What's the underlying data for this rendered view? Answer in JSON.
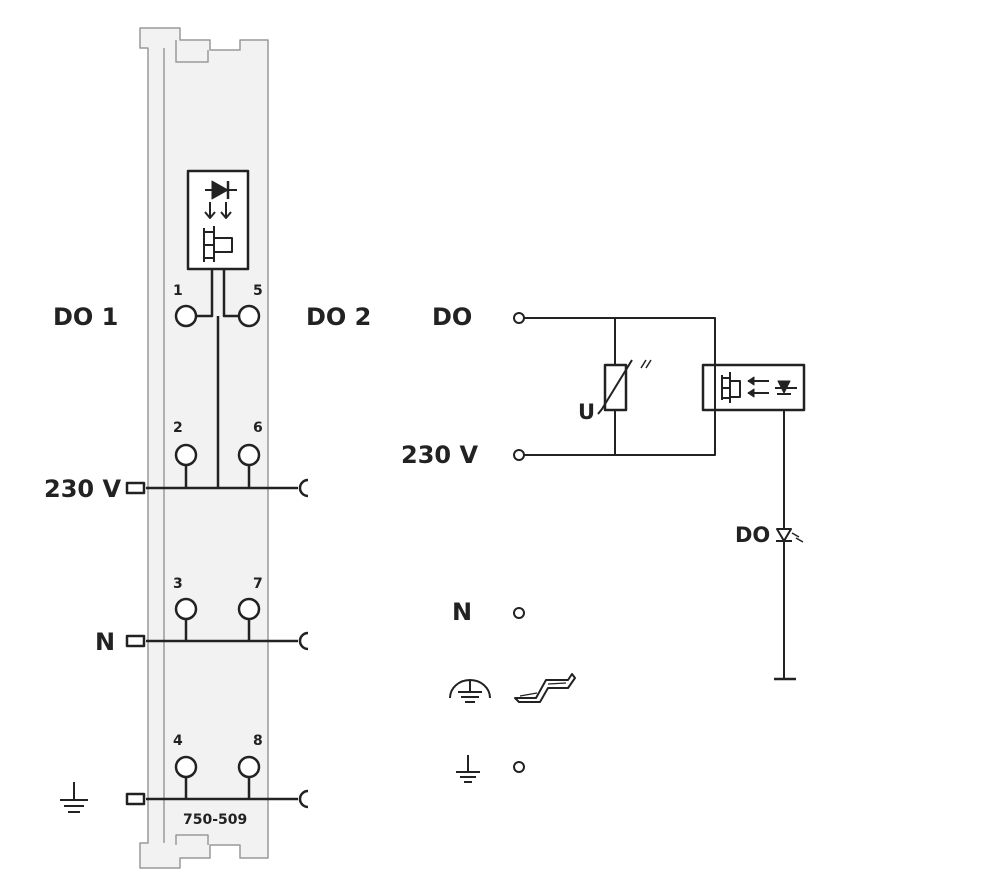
{
  "module": {
    "article_number": "750-509",
    "labels": {
      "do1": "DO 1",
      "do2": "DO 2",
      "v230": "230 V",
      "n": "N"
    },
    "terminal_numbers": [
      "1",
      "5",
      "2",
      "6",
      "3",
      "7",
      "4",
      "8"
    ]
  },
  "schematic": {
    "labels": {
      "do": "DO",
      "v230": "230 V",
      "n": "N",
      "varistor": "U",
      "led": "DO"
    }
  },
  "colors": {
    "line": "#222222",
    "rail_outline": "#999999",
    "rail_fill": "#f2f2f2"
  }
}
